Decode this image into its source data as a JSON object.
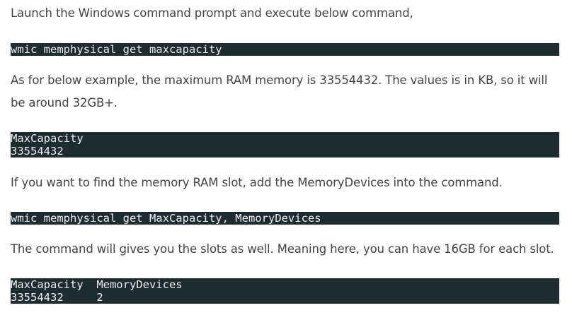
{
  "paragraphs": {
    "p1": "Launch the Windows command prompt and execute below command,",
    "p2": "As for below example, the maximum RAM memory is 33554432. The values is in KB, so it will be around 32GB+.",
    "p3": "If you want to find the memory RAM slot, add the MemoryDevices into the command.",
    "p4": "The command will gives you the slots as well. Meaning here, you can have 16GB for each slot."
  },
  "code_blocks": {
    "cmd1": "wmic memphysical get maxcapacity",
    "output1": [
      "MaxCapacity",
      "33554432"
    ],
    "cmd2": "wmic memphysical get MaxCapacity, MemoryDevices",
    "output2": [
      "MaxCapacity  MemoryDevices",
      "33554432     2"
    ]
  },
  "colors": {
    "code_background": "#1e2b2f",
    "code_text": "#eeeeee",
    "body_text": "#444444"
  }
}
